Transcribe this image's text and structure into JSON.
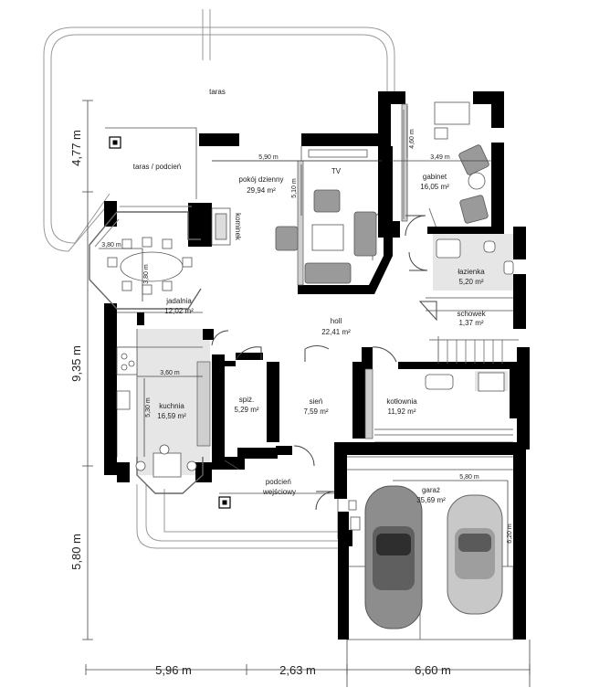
{
  "rooms": {
    "taras": {
      "name": "taras"
    },
    "taras_podcien": {
      "name": "taras / podcień"
    },
    "pokoj": {
      "name": "pokój dzienny",
      "area": "29,94 m²"
    },
    "gabinet": {
      "name": "gabinet",
      "area": "16,05 m²"
    },
    "lazienka": {
      "name": "łazienka",
      "area": "5,20 m²"
    },
    "schowek": {
      "name": "schowek",
      "area": "1,37 m²"
    },
    "holl": {
      "name": "holl",
      "area": "22,41 m²"
    },
    "jadalnia": {
      "name": "jadalnia",
      "area": "12,02 m²"
    },
    "kuchnia": {
      "name": "kuchnia",
      "area": "16,59 m²"
    },
    "spiz": {
      "name": "spiż.",
      "area": "5,29 m²"
    },
    "sien": {
      "name": "sień",
      "area": "7,59 m²"
    },
    "kotlownia": {
      "name": "kotłownia",
      "area": "11,92 m²"
    },
    "podcien": {
      "name": "podcień wejściowy"
    },
    "garaz": {
      "name": "garaż",
      "area": "35,69 m²"
    }
  },
  "labels": {
    "tv": "TV",
    "kominek": "kominek"
  },
  "room_dims": {
    "pokoj_w": "5,90 m",
    "pokoj_h": "5,10 m",
    "gabinet_w": "3,49 m",
    "gabinet_h": "4,60 m",
    "jadalnia_w": "3,80 m",
    "jadalnia_h": "3,80 m",
    "kuchnia_w": "3,60 m",
    "kuchnia_h": "5,30 m",
    "garaz_w": "5,80 m",
    "garaz_h": "6,20 m"
  },
  "dimensions": {
    "left_top": "4,77 m",
    "left_mid": "9,35 m",
    "left_bottom": "5,80 m",
    "bottom_left": "5,96 m",
    "bottom_mid": "2,63 m",
    "bottom_right": "6,60 m"
  }
}
